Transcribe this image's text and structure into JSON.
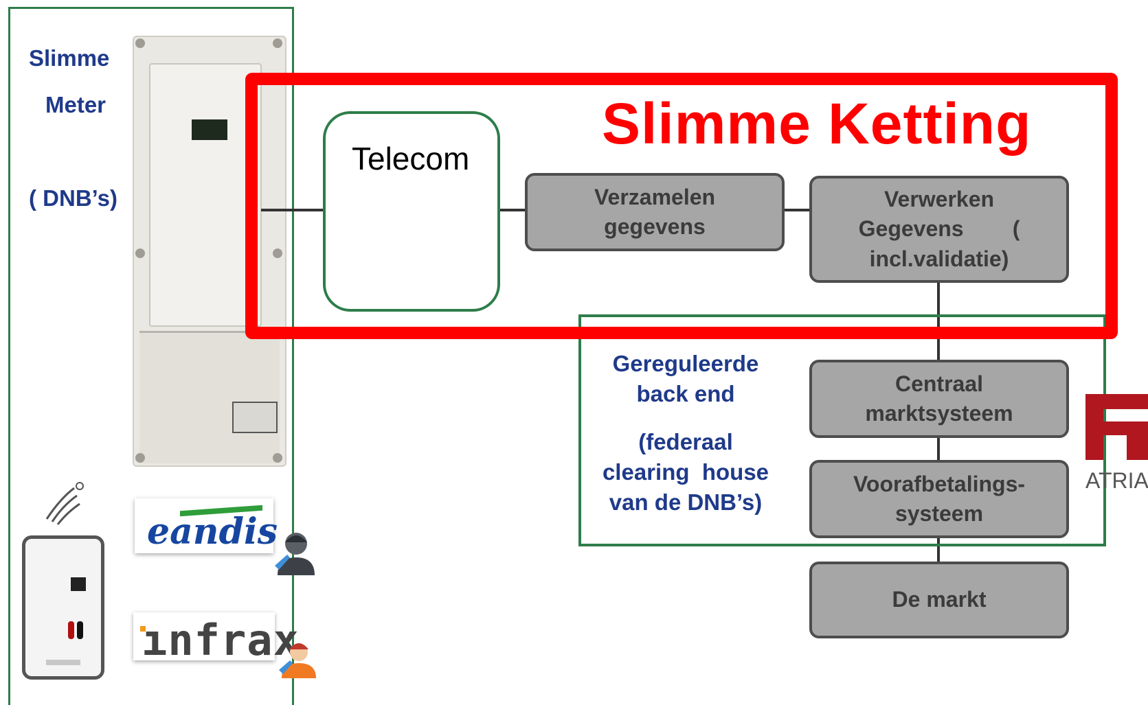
{
  "left_panel": {
    "line1": "Slimme",
    "line2": "Meter",
    "line3": "( DNB’s)"
  },
  "title": "Slimme Ketting",
  "telecom": "Telecom",
  "boxes": {
    "verzamelen": [
      "Verzamelen",
      "gegevens"
    ],
    "verwerken": [
      "Verwerken",
      "Gegevens        (",
      "incl.validatie)"
    ],
    "centraal": [
      "Centraal",
      "marktsysteem"
    ],
    "voorafbetaling": [
      "Voorafbetalings-",
      "systeem"
    ],
    "markt": [
      "De markt"
    ]
  },
  "backend": {
    "line1": "Gereguleerde",
    "line2": "back end",
    "line3": "(federaal",
    "line4": "clearing  house",
    "line5": "van de DNB’s)"
  },
  "logos": {
    "eandis": "eandis",
    "infrax": "ınfrax",
    "atrias": "ATRIAS"
  },
  "colors": {
    "red": "#ff0000",
    "green": "#2e7d4a",
    "blue_text": "#1f3a8a",
    "box_fill": "#a6a6a6",
    "box_border": "#4d4d4d"
  }
}
